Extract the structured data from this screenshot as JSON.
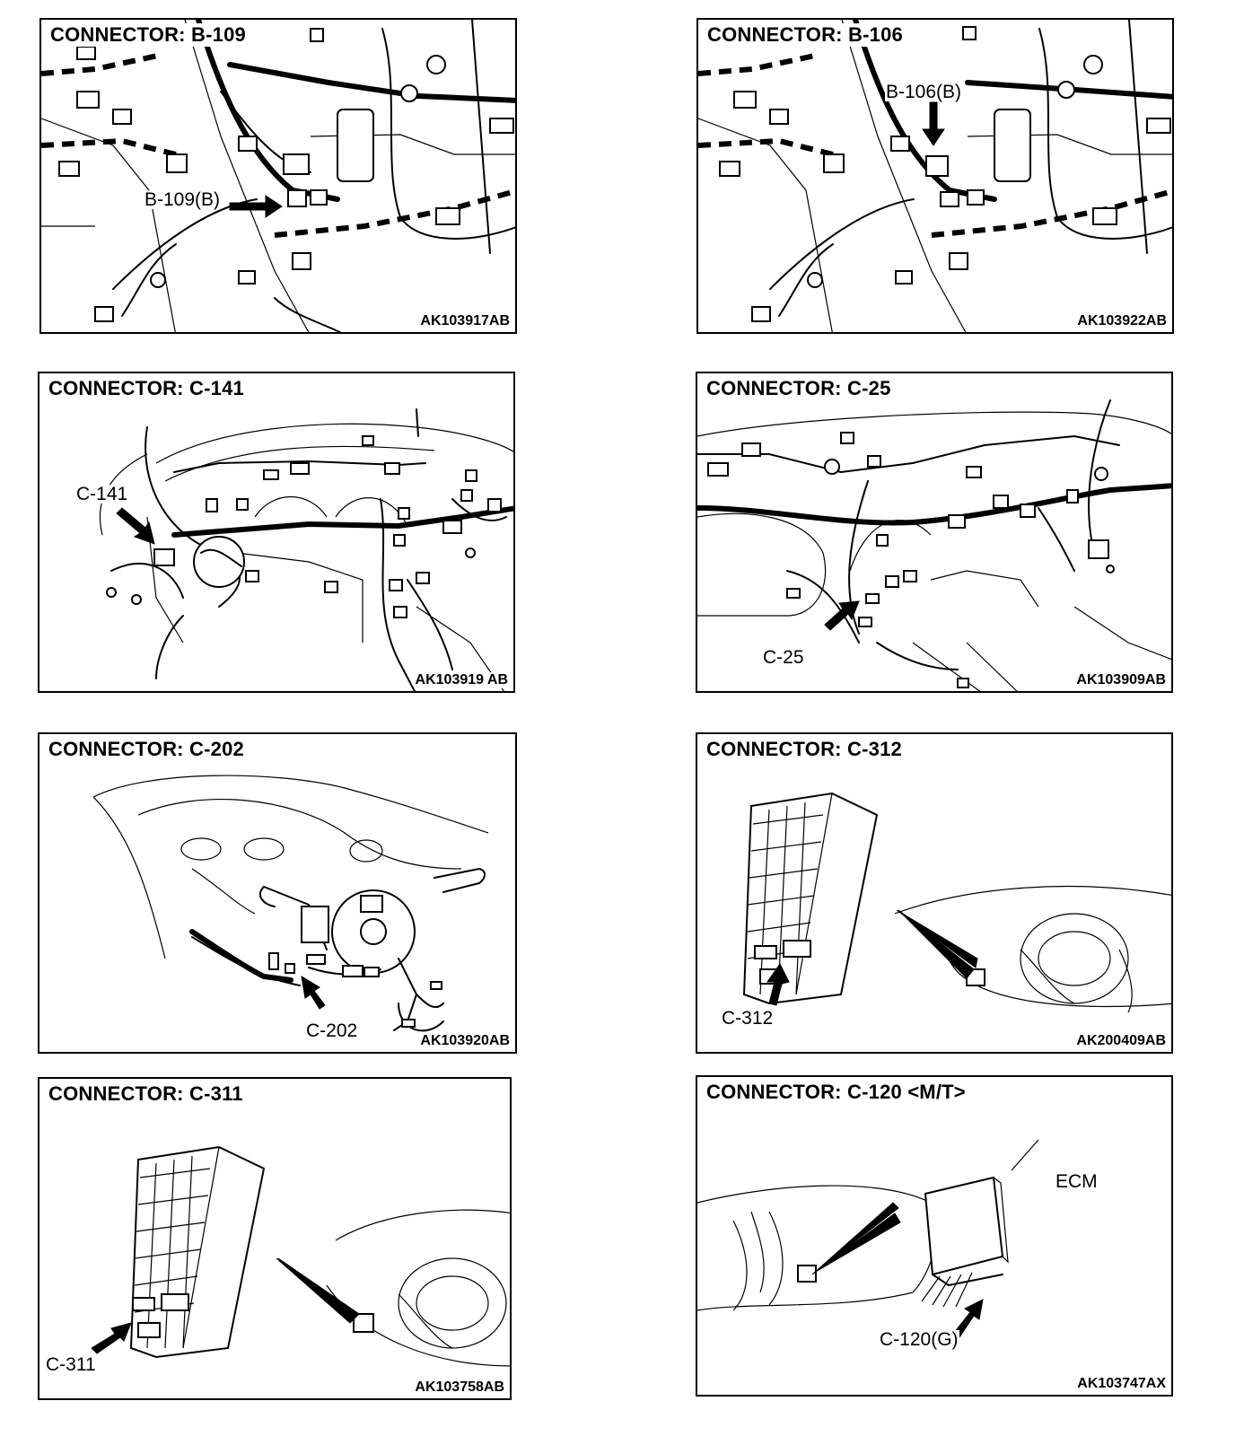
{
  "panels": [
    {
      "id": "b109",
      "title": "CONNECTOR: B-109",
      "code": "AK103917AB",
      "labels": [
        "B-109(B)"
      ]
    },
    {
      "id": "b106",
      "title": "CONNECTOR: B-106",
      "code": "AK103922AB",
      "labels": [
        "B-106(B)"
      ]
    },
    {
      "id": "c141",
      "title": "CONNECTOR: C-141",
      "code": "AK103919 AB",
      "labels": [
        "C-141"
      ]
    },
    {
      "id": "c25",
      "title": "CONNECTOR: C-25",
      "code": "AK103909AB",
      "labels": [
        "C-25"
      ]
    },
    {
      "id": "c202",
      "title": "CONNECTOR: C-202",
      "code": "AK103920AB",
      "labels": [
        "C-202"
      ]
    },
    {
      "id": "c312",
      "title": "CONNECTOR: C-312",
      "code": "AK200409AB",
      "labels": [
        "C-312"
      ]
    },
    {
      "id": "c311",
      "title": "CONNECTOR: C-311",
      "code": "AK103758AB",
      "labels": [
        "C-311"
      ]
    },
    {
      "id": "c120",
      "title": "CONNECTOR: C-120 <M/T>",
      "code": "AK103747AX",
      "labels": [
        "ECM",
        "C-120(G)"
      ]
    }
  ]
}
